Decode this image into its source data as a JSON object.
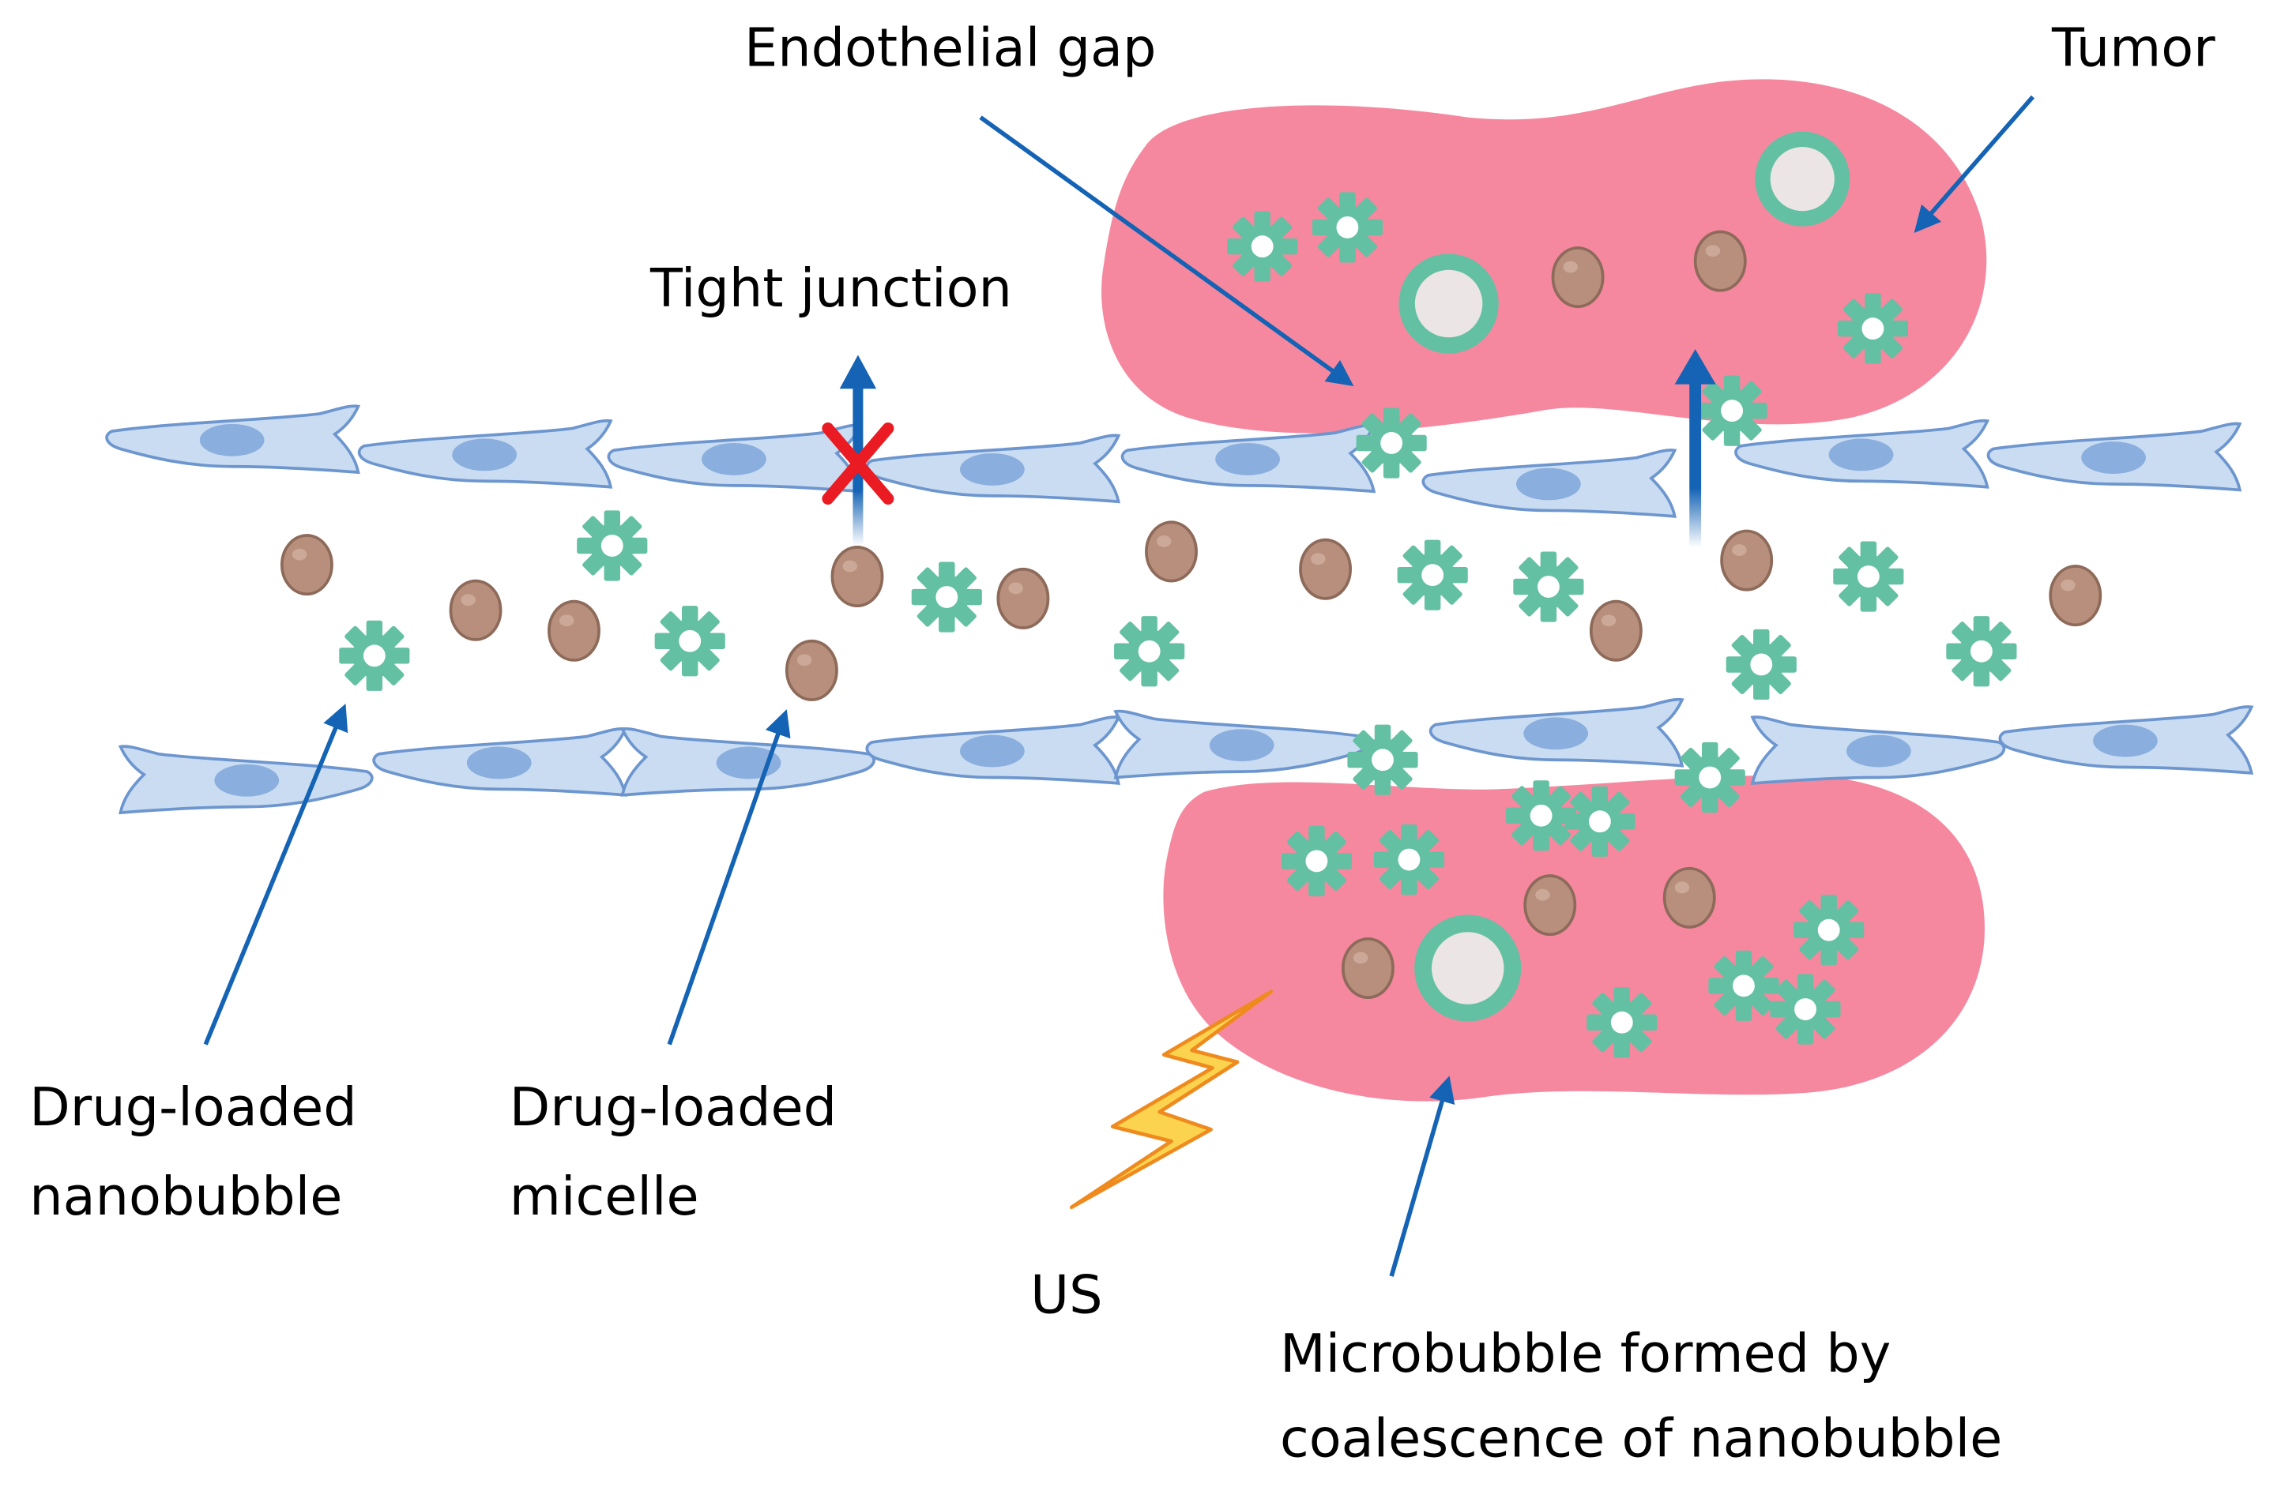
{
  "labels": {
    "endothelial_gap": "Endothelial gap",
    "tumor": "Tumor",
    "tight_junction": "Tight junction",
    "drug_loaded_nanobubble_line1": "Drug-loaded",
    "drug_loaded_nanobubble_line2": "nanobubble",
    "drug_loaded_micelle_line1": "Drug-loaded",
    "drug_loaded_micelle_line2": "micelle",
    "us": "US",
    "microbubble_line1": "Microbubble formed by",
    "microbubble_line2": "coalescence of nanobubble"
  },
  "colors": {
    "cell_fill": "#c9dcf2",
    "cell_stroke": "#6d96cf",
    "nucleus": "#8aaedd",
    "tumor": "#f5889f",
    "nanobubble": "#64c0a2",
    "micelle": "#b88f7c",
    "micelle_stroke": "#7d5c4c",
    "microbubble_ring": "#64c0a2",
    "microbubble_core": "#ebe5e5",
    "arrow": "#1463b4",
    "block_x": "#ea1b22",
    "lightning_fill": "#fcd34e",
    "lightning_stroke": "#ef8a1e"
  },
  "icons": {
    "nanobubble": "gear-icon",
    "micelle": "sphere-icon",
    "microbubble": "ring-icon",
    "ultrasound": "lightning-icon",
    "blocked": "x-icon"
  }
}
